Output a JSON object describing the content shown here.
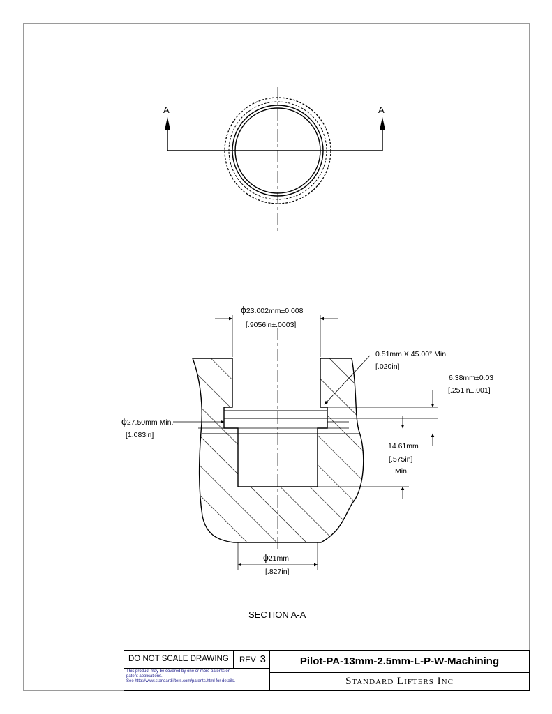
{
  "top_view": {
    "left_label": "A",
    "right_label": "A"
  },
  "dimensions": {
    "bore_dia": {
      "metric": "23.002mm±0.008",
      "imperial": ".9056in±.0003"
    },
    "chamfer": {
      "metric": "0.51mm X 45.00° Min.",
      "imperial": ".020in"
    },
    "groove_depth": {
      "metric": "6.38mm±0.03",
      "imperial": ".251in±.001"
    },
    "groove_dia": {
      "metric": "27.50mm Min.",
      "imperial": "1.083in"
    },
    "depth": {
      "metric": "14.61mm",
      "imperial": ".575in",
      "note": "Min."
    },
    "lower_dia": {
      "metric": "21mm",
      "imperial": ".827in"
    },
    "diameter_symbol": "ϕ"
  },
  "section_caption": "SECTION A-A",
  "title_block": {
    "do_not_scale": "DO NOT SCALE DRAWING",
    "rev_label": "REV",
    "rev_value": "3",
    "patent_line1": "This product may be covered by one or more patents or",
    "patent_line2": "patent applications.",
    "patent_line3": "See http://www.standardlifters.com/patents.html for details.",
    "part_name": "Pilot-PA-13mm-2.5mm-L-P-W-Machining",
    "company": "Standard Lifters Inc"
  }
}
